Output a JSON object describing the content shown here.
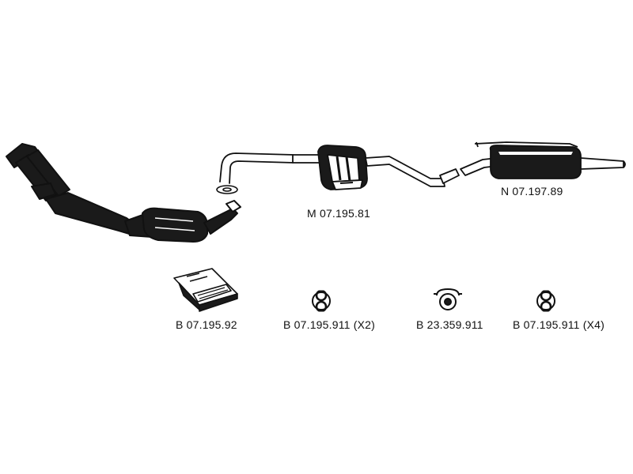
{
  "colors": {
    "ink": "#111111",
    "fill": "#1a1a1a",
    "paper": "#ffffff"
  },
  "assembly": {
    "middle_silencer": {
      "code": "M 07.195.81",
      "icon": "middle-silencer-drawing"
    },
    "rear_silencer": {
      "code": "N 07.197.89",
      "icon": "rear-silencer-drawing"
    },
    "catalytic_section": {
      "icon": "front-pipe-catalytic-converter-drawing"
    }
  },
  "fittings": [
    {
      "code": "B 07.195.92",
      "icon": "mounting-kit-box-icon"
    },
    {
      "code": "B 07.195.911 (X2)",
      "icon": "rubber-hanger-icon"
    },
    {
      "code": "B 23.359.911",
      "icon": "clamp-icon"
    },
    {
      "code": "B 07.195.911 (X4)",
      "icon": "rubber-hanger-icon"
    }
  ]
}
